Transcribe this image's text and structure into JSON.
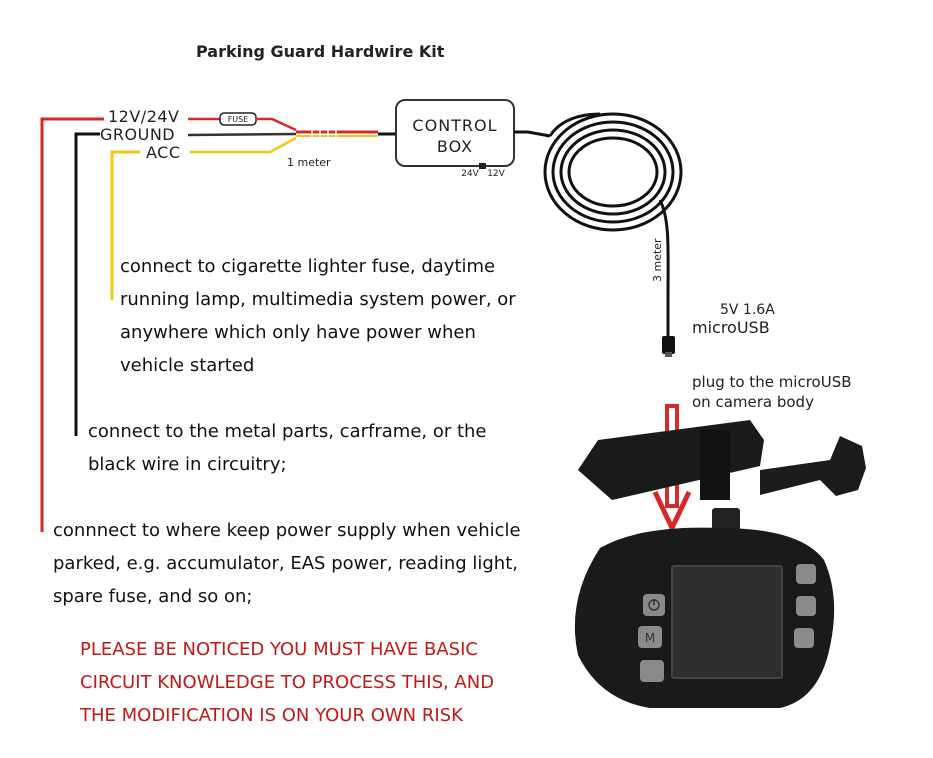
{
  "title": "Parking Guard Hardwire Kit",
  "wires": {
    "power": "12V/24V",
    "ground": "GROUND",
    "acc": "ACC"
  },
  "fuse_label": "FUSE",
  "cable1_length": "1 meter",
  "control_box": {
    "line1": "CONTROL",
    "line2": "BOX",
    "switch_left": "24V",
    "switch_right": "12V"
  },
  "cable2_length": "3 meter",
  "usb": {
    "rating": "5V 1.6A",
    "type": "microUSB",
    "instruction_line1": "plug to the microUSB",
    "instruction_line2": "on camera body"
  },
  "descriptions": {
    "acc": "connect to cigarette lighter fuse, daytime running lamp, multimedia system power, or anywhere which only have power when vehicle started",
    "ground": "connect to the metal parts, carframe, or the black wire in circuitry;",
    "power": "connnect to where keep power supply when vehicle parked, e.g. accumulator, EAS power, reading light, spare fuse, and so on;"
  },
  "warning": "PLEASE BE NOTICED YOU MUST HAVE BASIC CIRCUIT KNOWLEDGE TO PROCESS THIS, AND THE MODIFICATION IS ON YOUR OWN RISK",
  "camera_buttons": {
    "power_icon": "power-icon",
    "menu": "M",
    "colors": {
      "body": "#1a1a1a",
      "screen": "#2e2e2e",
      "wire_red": "#d42a2a",
      "wire_yellow": "#f0c814",
      "wire_black": "#111111"
    }
  }
}
